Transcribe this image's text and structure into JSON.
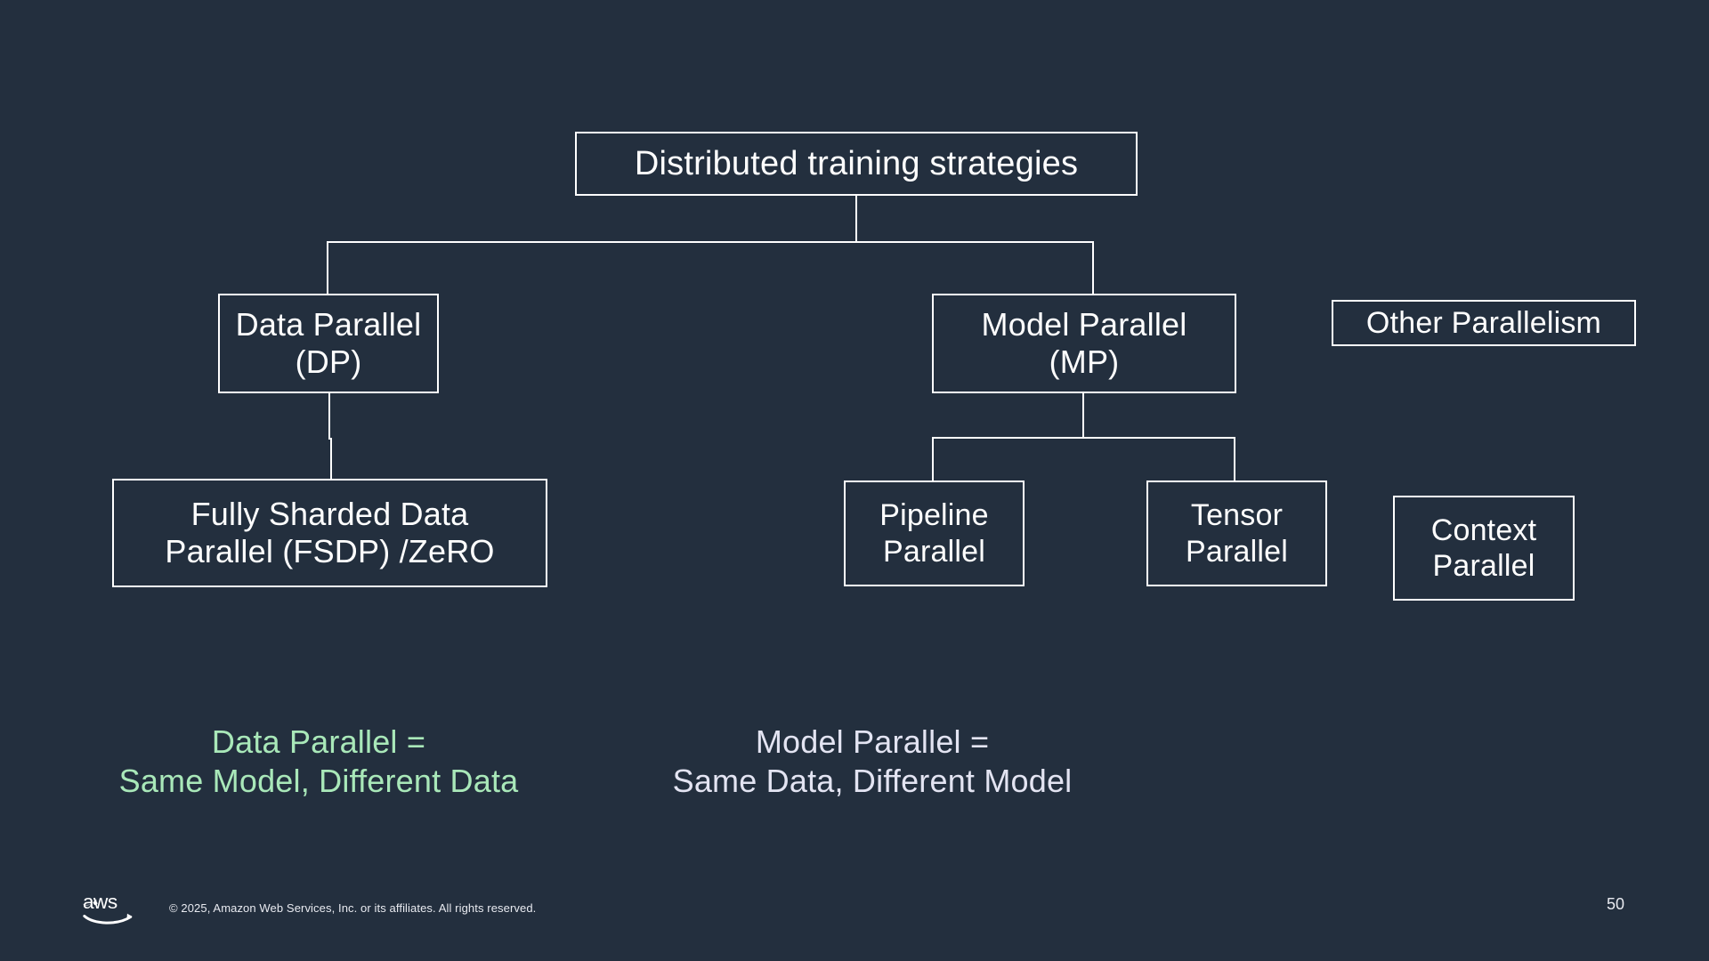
{
  "slide": {
    "background_color": "#232f3e",
    "page_number": "50",
    "title": "Distributed training strategies"
  },
  "diagram": {
    "type": "tree",
    "node_border_color": "#ffffff",
    "node_text_color": "#ffffff",
    "nodes": {
      "root": "Distributed training strategies",
      "data_parallel": "Data Parallel\n(DP)",
      "model_parallel": "Model Parallel\n(MP)",
      "other_parallelism": "Other Parallelism",
      "fsdp": "Fully Sharded Data\nParallel (FSDP) /ZeRO",
      "pipeline_parallel": "Pipeline\nParallel",
      "tensor_parallel": "Tensor\nParallel",
      "context_parallel": "Context\nParallel"
    },
    "edges": [
      {
        "from": "root",
        "to": "data_parallel"
      },
      {
        "from": "root",
        "to": "model_parallel"
      },
      {
        "from": "data_parallel",
        "to": "fsdp"
      },
      {
        "from": "model_parallel",
        "to": "pipeline_parallel"
      },
      {
        "from": "model_parallel",
        "to": "tensor_parallel"
      }
    ]
  },
  "captions": {
    "data_parallel": {
      "text": "Data Parallel =\nSame Model, Different Data",
      "color": "#a9e8b9"
    },
    "model_parallel": {
      "text": "Model Parallel =\nSame Data, Different Model",
      "color": "#e3e4f2"
    }
  },
  "footer": {
    "logo_name": "aws-logo",
    "copyright": "© 2025, Amazon Web Services, Inc. or its affiliates. All rights reserved."
  }
}
